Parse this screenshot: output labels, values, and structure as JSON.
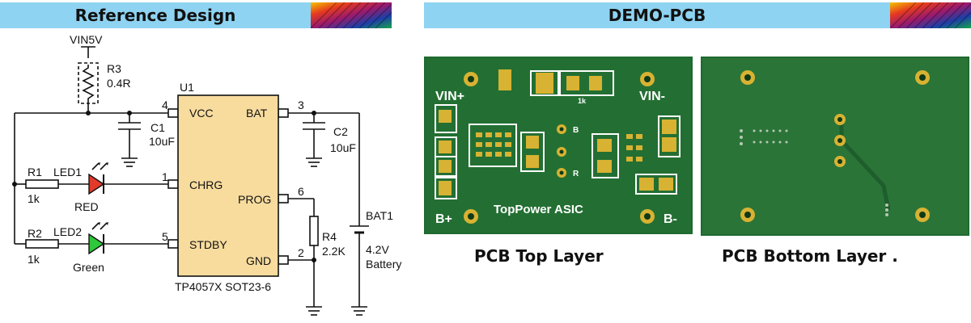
{
  "header_left": {
    "title": "Reference Design"
  },
  "header_right": {
    "title": "DEMO-PCB"
  },
  "schematic": {
    "vin": "VIN5V",
    "r3_ref": "R3",
    "r3_val": "0.4R",
    "u1": "U1",
    "pin_vcc": "VCC",
    "pin_bat": "BAT",
    "pin_chrg": "CHRG",
    "pin_prog": "PROG",
    "pin_stdby": "STDBY",
    "pin_gnd": "GND",
    "pin4": "4",
    "pin3": "3",
    "pin1": "1",
    "pin6": "6",
    "pin5": "5",
    "pin2": "2",
    "c1_ref": "C1",
    "c1_val": "10uF",
    "c2_ref": "C2",
    "c2_val": "10uF",
    "r1_ref": "R1",
    "r1_val": "1k",
    "r2_ref": "R2",
    "r2_val": "1k",
    "led1_ref": "LED1",
    "led1_color": "RED",
    "led2_ref": "LED2",
    "led2_color": "Green",
    "r4_ref": "R4",
    "r4_val": "2.2K",
    "bat_ref": "BAT1",
    "bat_val": "4.2V",
    "bat_label": "Battery",
    "chip": "TP4057X SOT23-6"
  },
  "pcb_top": {
    "vin_plus": "VIN+",
    "vin_minus": "VIN-",
    "b_plus": "B+",
    "b_minus": "B-",
    "r_label": "1k",
    "pad_b": "B",
    "pad_r": "R",
    "brand": "TopPower  ASIC",
    "caption": "PCB Top Layer"
  },
  "pcb_bottom": {
    "caption": "PCB Bottom Layer ."
  },
  "colors": {
    "header": "#8ed3f1",
    "pcb": "#1f6a2f",
    "silk": "#ffffff",
    "gold": "#d8b232",
    "ic_body": "#f8dc9e",
    "led_red": "#e23a2a",
    "led_green": "#2fc73b"
  }
}
